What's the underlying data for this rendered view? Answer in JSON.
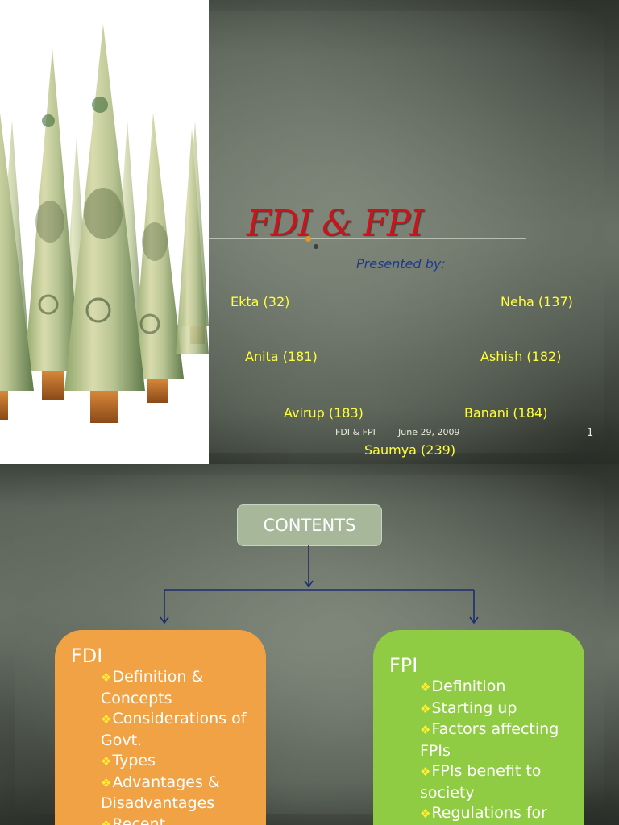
{
  "slide1": {
    "title": "FDI & FPI",
    "presented_by": "Presented by:",
    "members": [
      "Ekta (32)",
      "Neha (137)",
      "Anita (181)",
      "Ashish (182)",
      "Avirup (183)",
      "Banani (184)",
      "Saumya (239)"
    ],
    "footer": {
      "left": "FDI & FPI",
      "date": "June 29, 2009",
      "page": "1"
    }
  },
  "slide2": {
    "contents_label": "CONTENTS",
    "fdi": {
      "title": "FDI",
      "items": [
        "Definition & Concepts",
        "Considerations of Govt.",
        "Types",
        "Advantages & Disadvantages",
        "Recent"
      ]
    },
    "fpi": {
      "title": "FPI",
      "items": [
        "Definition",
        "Starting up",
        "Factors affecting FPIs",
        "FPIs benefit to society",
        "Regulations for"
      ]
    }
  },
  "bullet_glyph": "❖",
  "colors": {
    "title_red": "#c8141a",
    "member_yellow": "#ffff3c",
    "presented_blue": "#1d3a8a",
    "fdi_orange": "#f1a245",
    "fpi_green": "#8fcc44",
    "contents_box": "#a7b89a"
  }
}
